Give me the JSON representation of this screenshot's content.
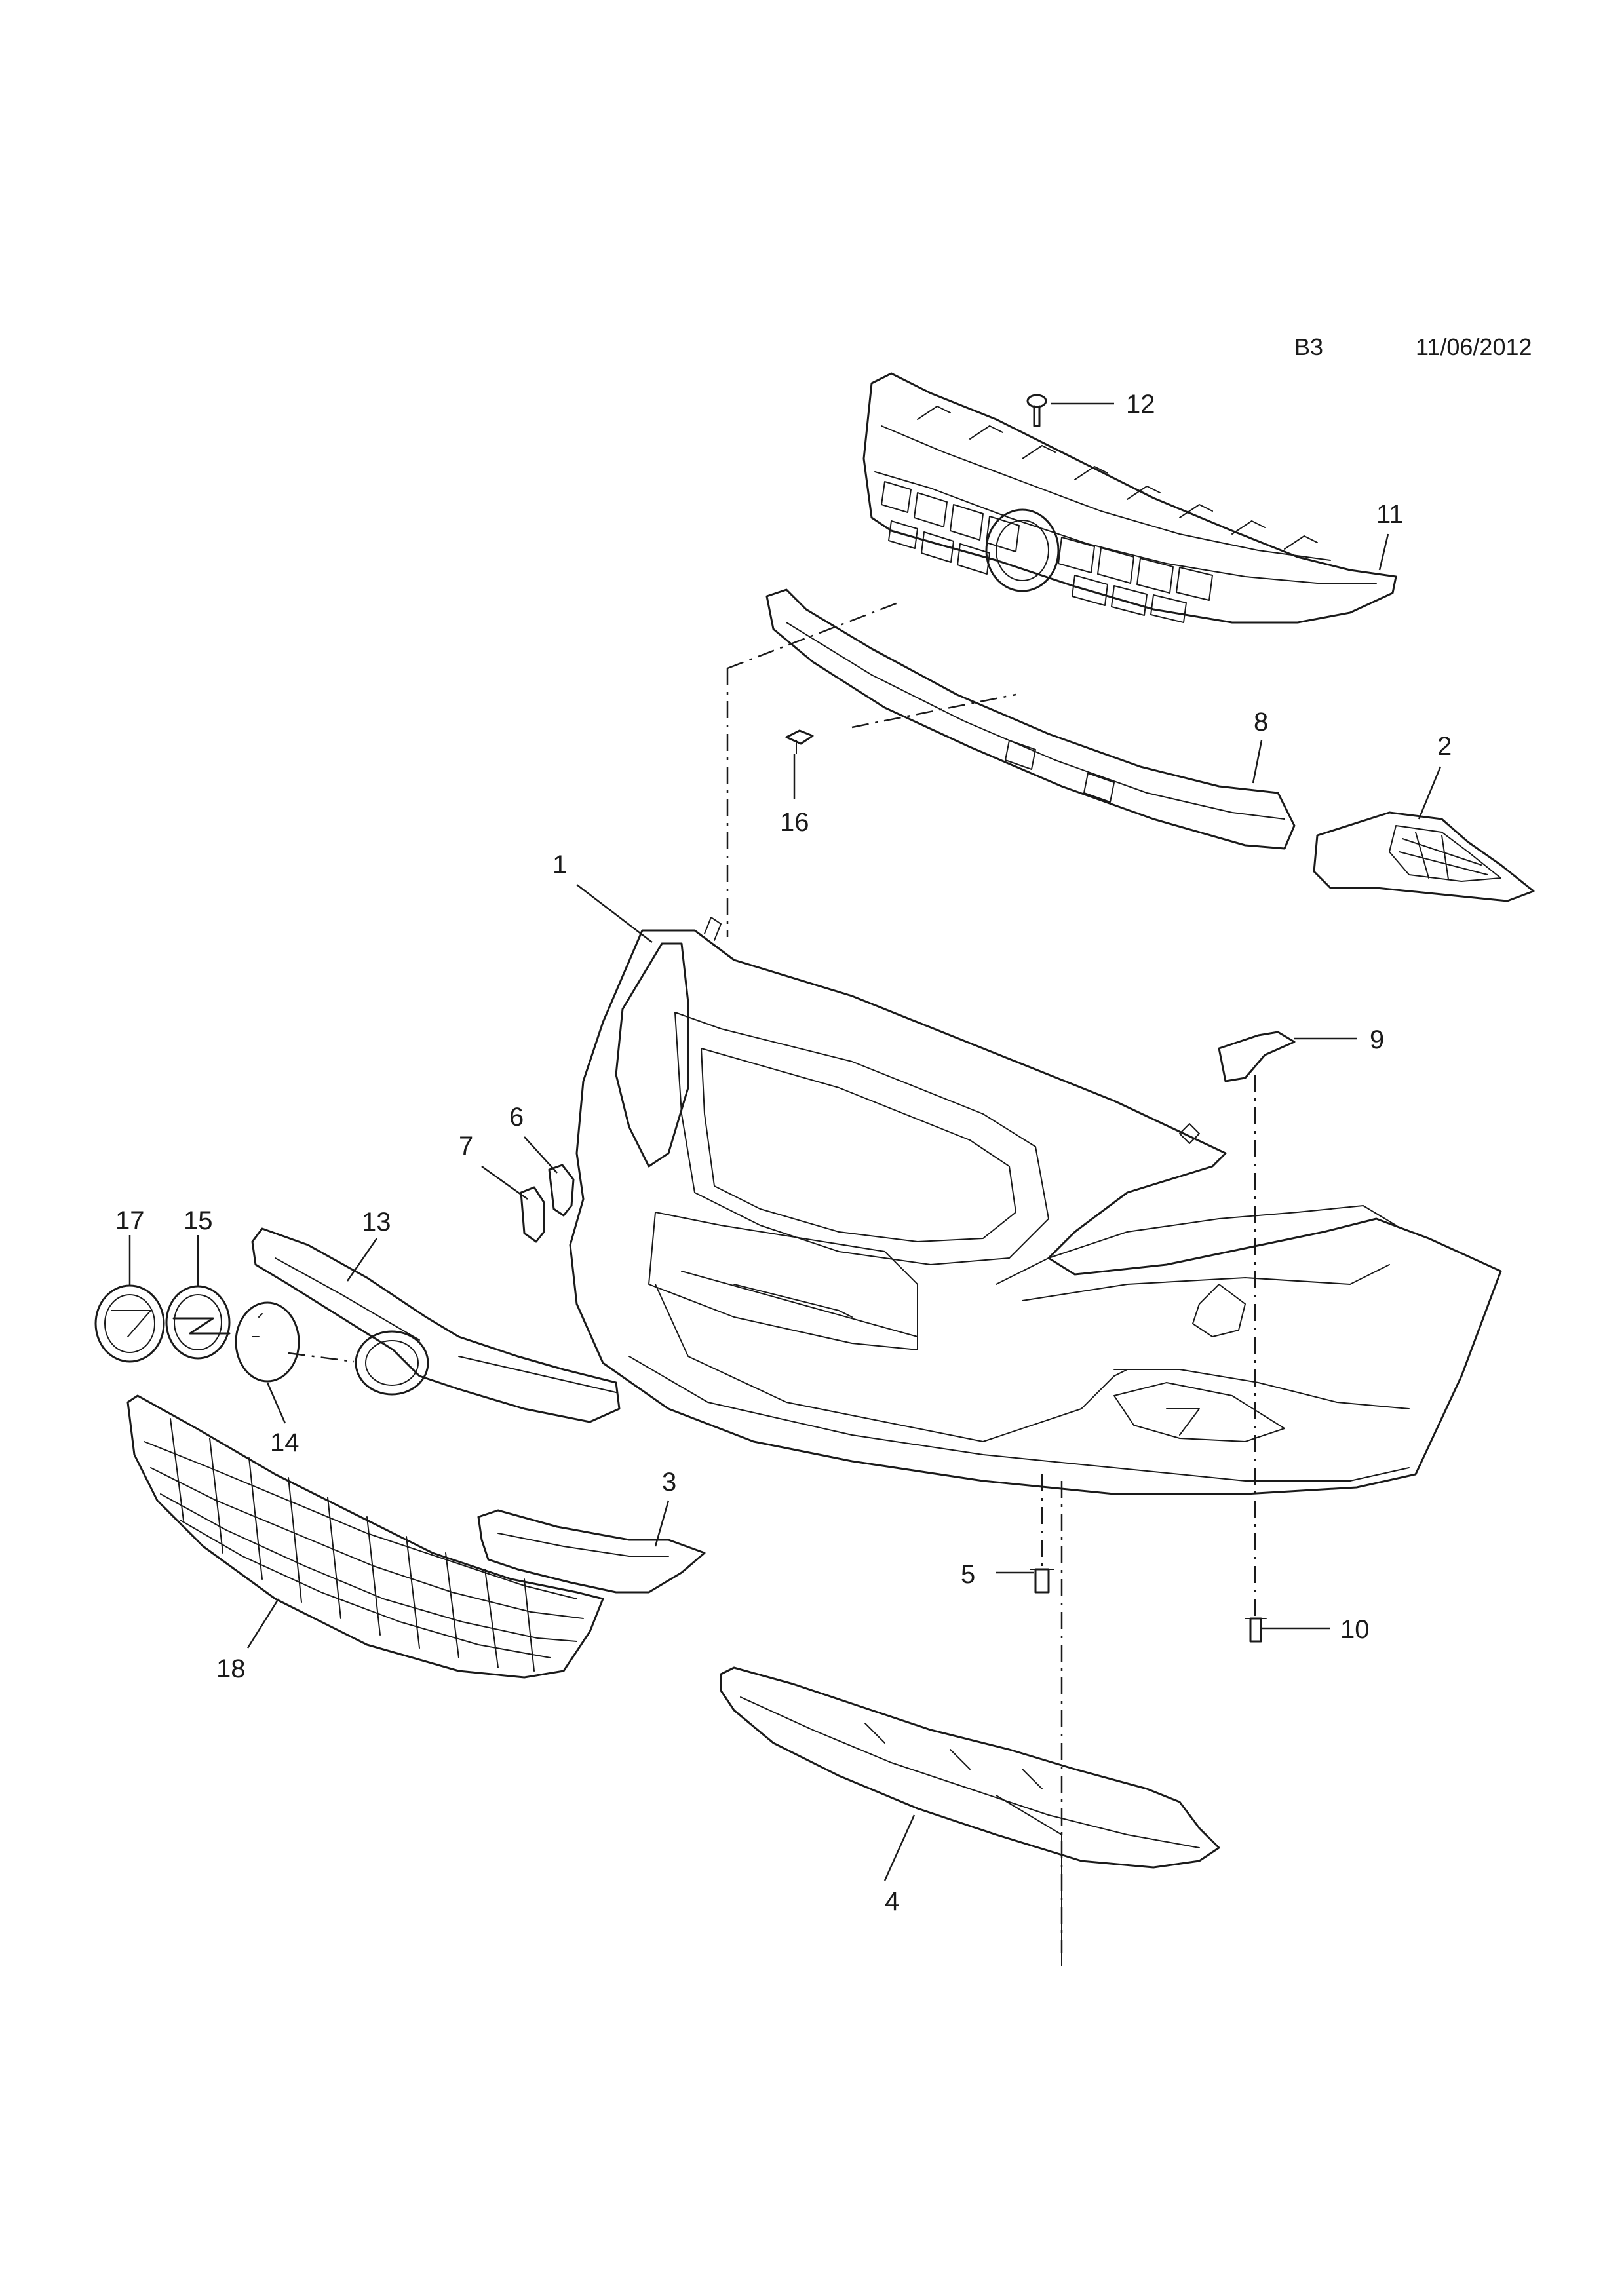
{
  "header": {
    "sheet_code": "B3",
    "date": "11/06/2012"
  },
  "callouts": {
    "p1": "1",
    "p2": "2",
    "p3": "3",
    "p4": "4",
    "p5": "5",
    "p6": "6",
    "p7": "7",
    "p8": "8",
    "p9": "9",
    "p10": "10",
    "p11": "11",
    "p12": "12",
    "p13": "13",
    "p14": "14",
    "p15": "15",
    "p16": "16",
    "p17": "17",
    "p18": "18"
  },
  "colors": {
    "line": "#1a1a1a",
    "background": "#ffffff"
  }
}
